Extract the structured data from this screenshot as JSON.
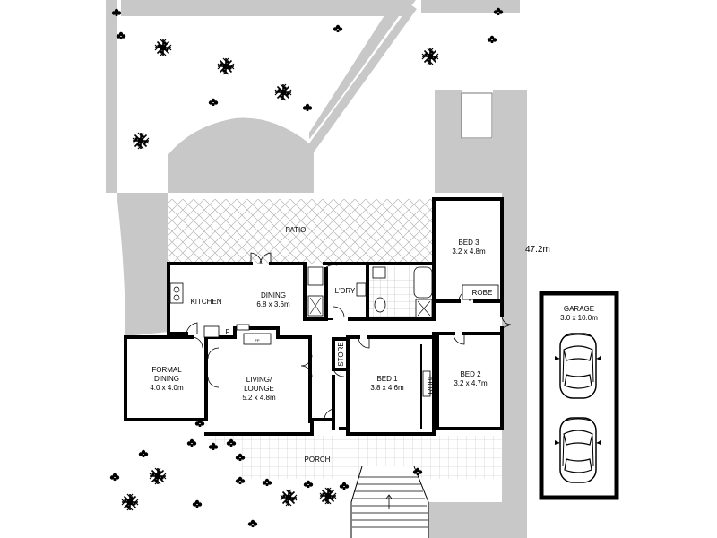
{
  "plan": {
    "dimension": "47.2m",
    "rooms": {
      "patio": {
        "name": "PATIO"
      },
      "bed3": {
        "name": "BED 3",
        "size": "3.2 x 4.8m"
      },
      "robe_bed3": {
        "name": "ROBE"
      },
      "kitchen": {
        "name": "KITCHEN"
      },
      "dining": {
        "name": "DINING",
        "size": "6.8 x 3.6m"
      },
      "laundry": {
        "name": "L'DRY"
      },
      "formal_dining": {
        "name_line1": "FORMAL",
        "name_line2": "DINING",
        "size": "4.0 x 4.0m"
      },
      "living": {
        "name_line1": "LIVING/",
        "name_line2": "LOUNGE",
        "size": "5.2 x 4.8m"
      },
      "store": {
        "name": "STORE"
      },
      "bed1": {
        "name": "BED 1",
        "size": "3.8 x 4.6m"
      },
      "robe_bed1": {
        "name": "ROBE"
      },
      "bed2": {
        "name": "BED 2",
        "size": "3.2 x 4.7m"
      },
      "porch": {
        "name": "PORCH"
      },
      "garage": {
        "name": "GARAGE",
        "size": "3.0 x 10.0m"
      }
    },
    "marks": {
      "fridge": "F",
      "fireplace": "FP"
    },
    "colors": {
      "ground": "#c8c8c8",
      "wall": "#000000",
      "paving": "#d8d8d8"
    }
  }
}
